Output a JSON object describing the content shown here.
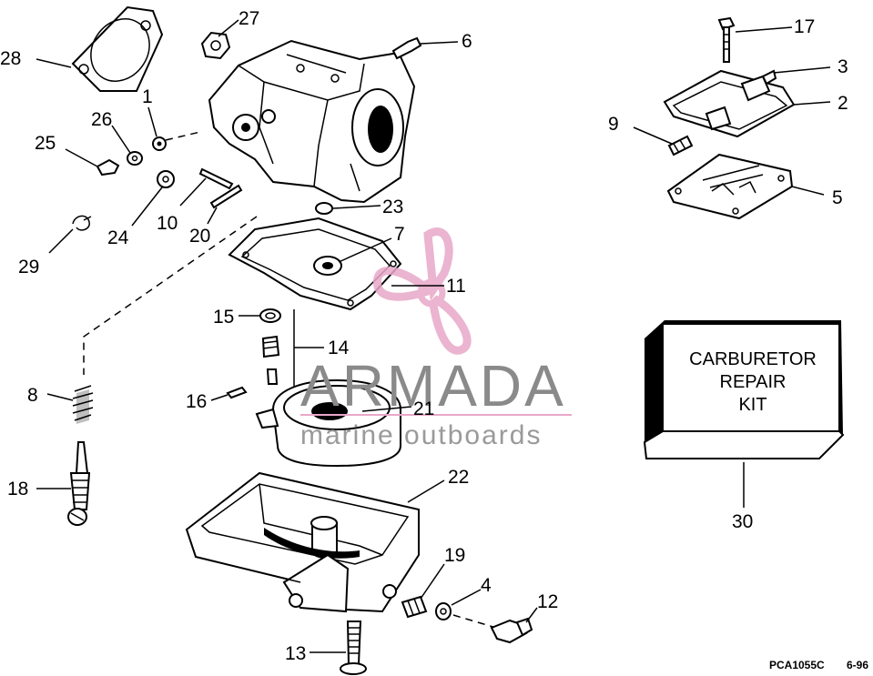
{
  "callouts": [
    {
      "id": "1",
      "text": "1"
    },
    {
      "id": "2",
      "text": "2"
    },
    {
      "id": "3",
      "text": "3"
    },
    {
      "id": "4",
      "text": "4"
    },
    {
      "id": "5",
      "text": "5"
    },
    {
      "id": "6",
      "text": "6"
    },
    {
      "id": "7",
      "text": "7"
    },
    {
      "id": "8",
      "text": "8"
    },
    {
      "id": "9",
      "text": "9"
    },
    {
      "id": "10",
      "text": "10"
    },
    {
      "id": "11",
      "text": "11"
    },
    {
      "id": "12",
      "text": "12"
    },
    {
      "id": "13",
      "text": "13"
    },
    {
      "id": "14",
      "text": "14"
    },
    {
      "id": "15",
      "text": "15"
    },
    {
      "id": "16",
      "text": "16"
    },
    {
      "id": "17",
      "text": "17"
    },
    {
      "id": "18",
      "text": "18"
    },
    {
      "id": "19",
      "text": "19"
    },
    {
      "id": "20",
      "text": "20"
    },
    {
      "id": "21",
      "text": "21"
    },
    {
      "id": "22",
      "text": "22"
    },
    {
      "id": "23",
      "text": "23"
    },
    {
      "id": "24",
      "text": "24"
    },
    {
      "id": "25",
      "text": "25"
    },
    {
      "id": "26",
      "text": "26"
    },
    {
      "id": "27",
      "text": "27"
    },
    {
      "id": "28",
      "text": "28"
    },
    {
      "id": "29",
      "text": "29"
    },
    {
      "id": "30",
      "text": "30"
    }
  ],
  "kit_box": {
    "line1": "CARBURETOR",
    "line2": "REPAIR",
    "line3": "KIT"
  },
  "watermark": {
    "brand": "ARMADA",
    "tagline": "marine outboards",
    "brand_color": "#e8a8c8"
  },
  "footer": {
    "code": "PCA1055C",
    "date": "6-96"
  },
  "colors": {
    "ink": "#000000",
    "paper": "#ffffff"
  }
}
